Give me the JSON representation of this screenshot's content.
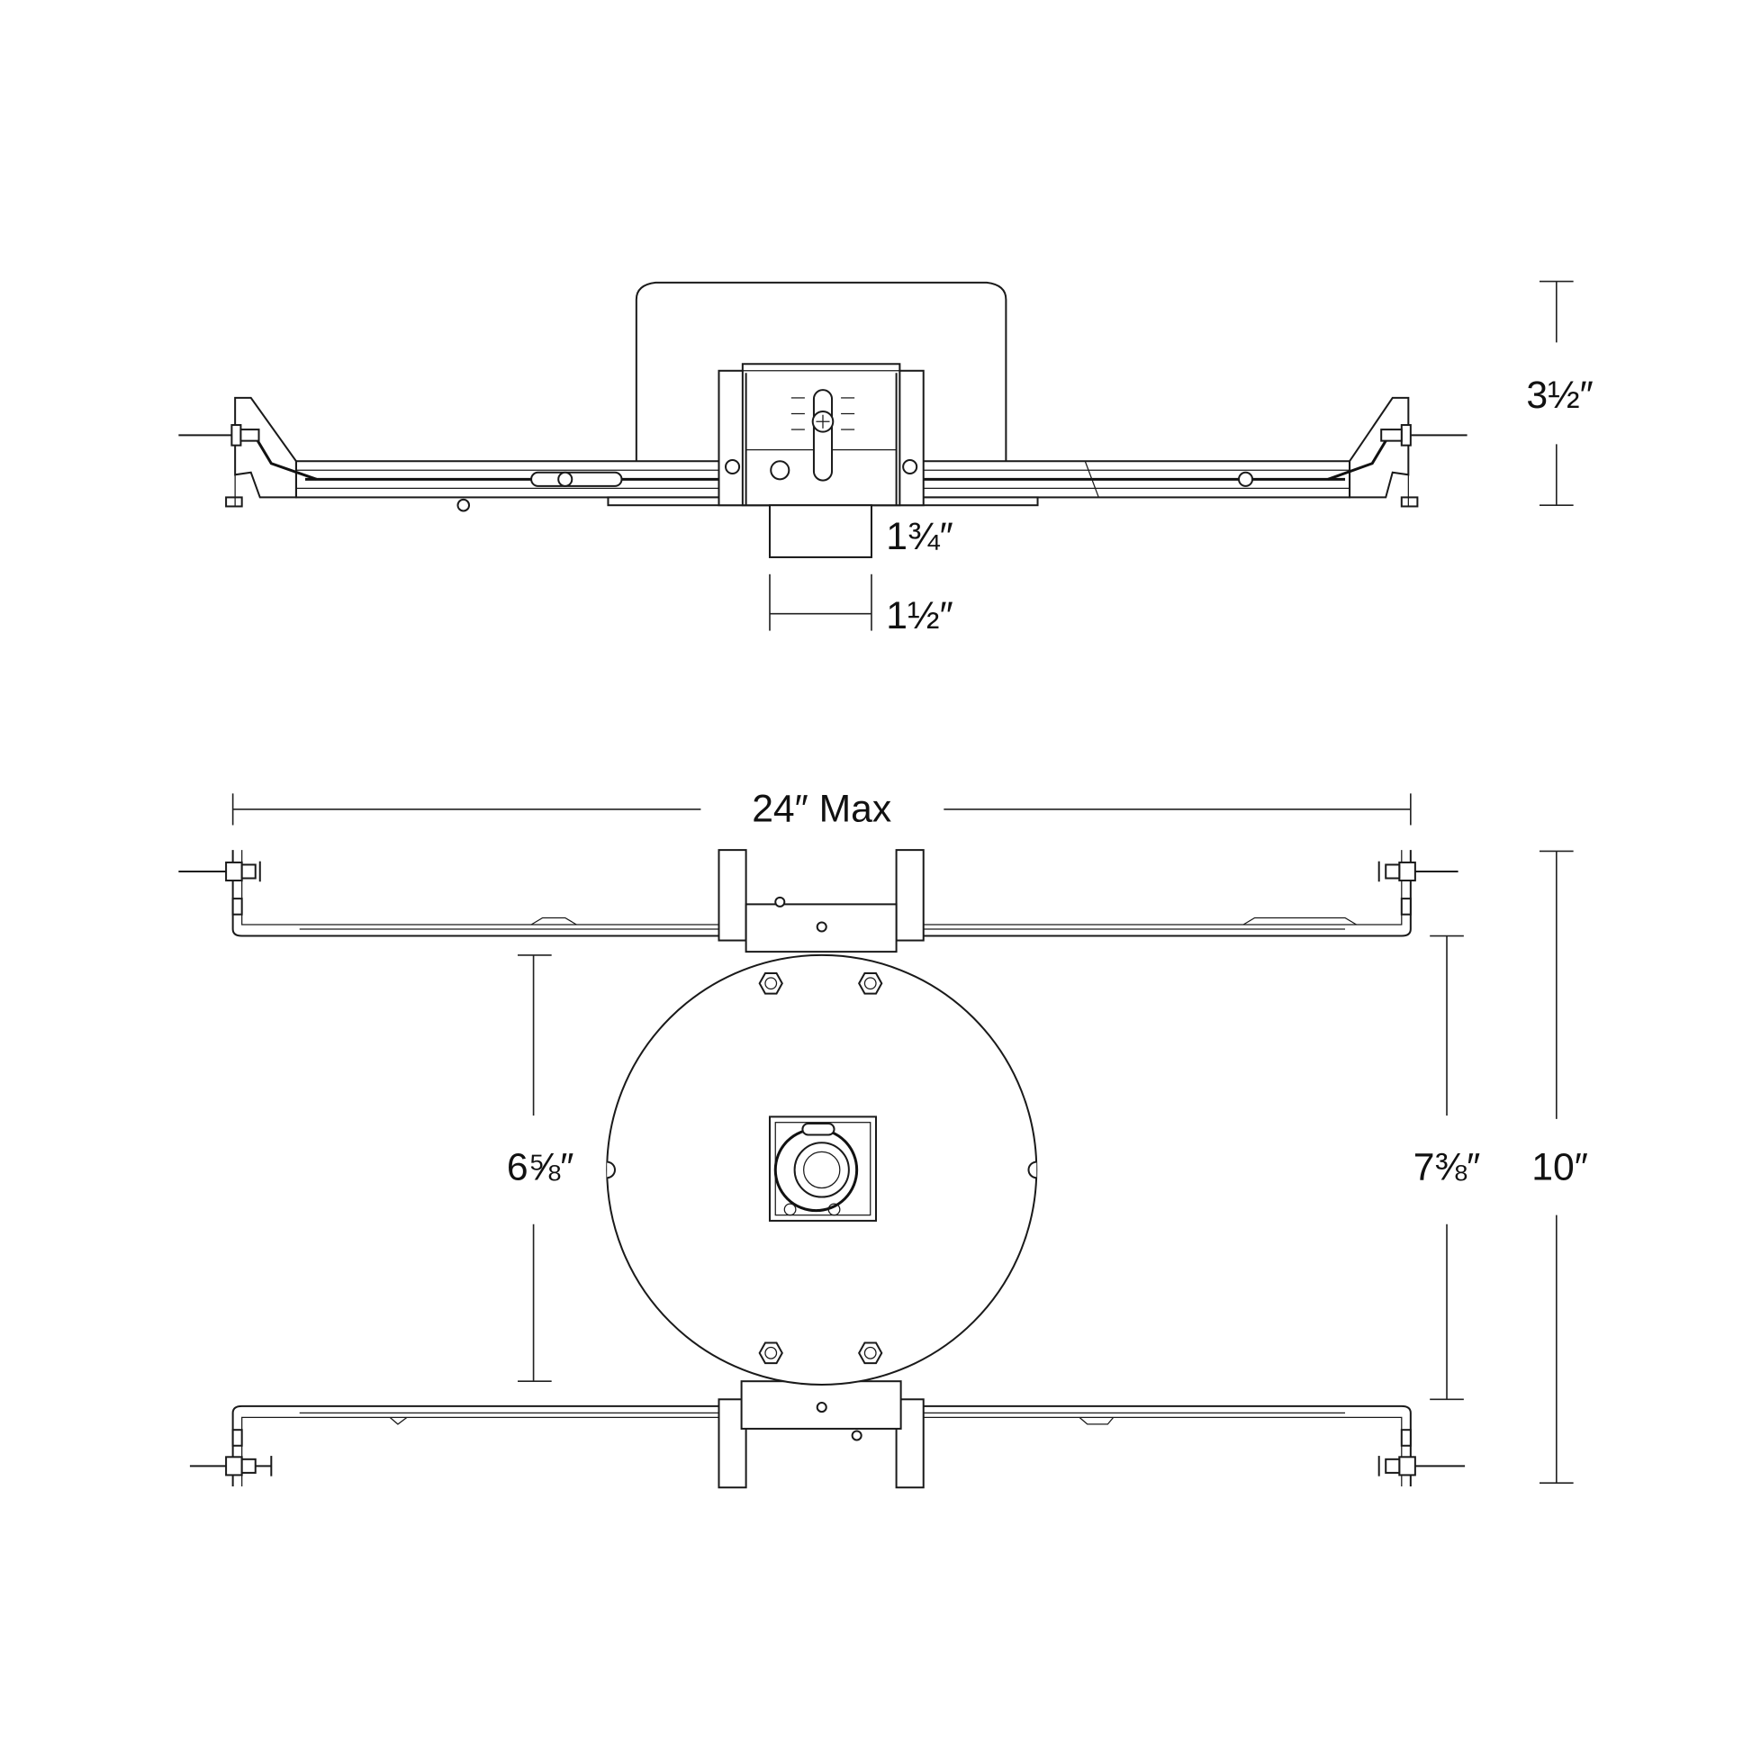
{
  "side_view": {
    "dim_height": "3½″",
    "dim_box_depth": "1¾″",
    "dim_box_width": "1½″"
  },
  "top_view": {
    "dim_width": "24″ Max",
    "dim_inner": "6⅝″",
    "dim_bar_spacing": "7⅜″",
    "dim_overall": "10″"
  },
  "colors": {
    "line": "#1a1a1a",
    "background": "#ffffff"
  }
}
